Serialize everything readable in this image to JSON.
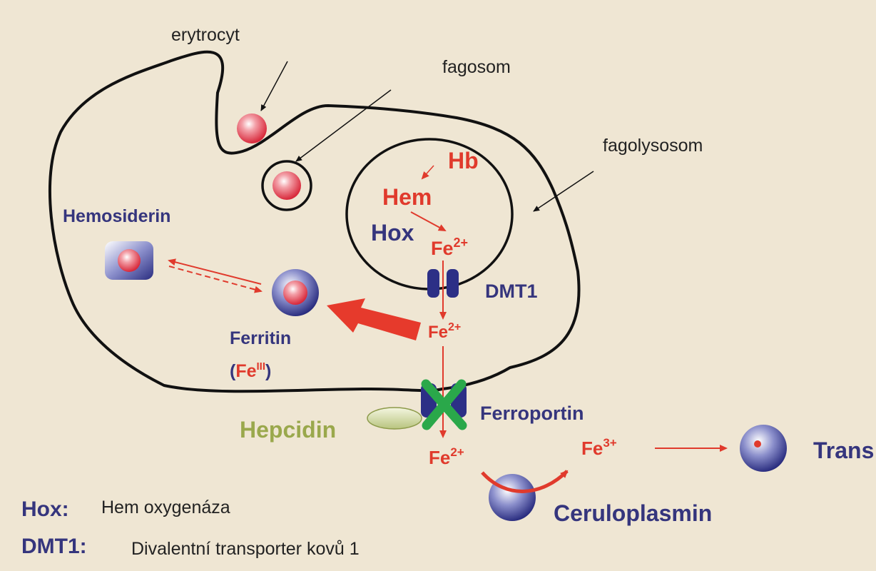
{
  "labels": {
    "erytrocyt": "erytrocyt",
    "fagosom": "fagosom",
    "fagolysosom": "fagolysosom",
    "hb": "Hb",
    "hem": "Hem",
    "hox": "Hox",
    "fe2_inner": "Fe",
    "fe2_inner_sup": "2+",
    "dmt1": "DMT1",
    "fe2_mid": "Fe",
    "fe2_mid_sup": "2+",
    "hemosiderin": "Hemosiderin",
    "ferritin": "Ferritin",
    "ferritin_paren_open": "(",
    "ferritin_fe": "Fe",
    "ferritin_fe_sup": "III",
    "ferritin_paren_close": ")",
    "ferroportin": "Ferroportin",
    "hepcidin": "Hepcidin",
    "fe2_out": "Fe",
    "fe2_out_sup": "2+",
    "fe3": "Fe",
    "fe3_sup": "3+",
    "transferrin_partial": "Trans",
    "ceruloplasmin": "Ceruloplasmin"
  },
  "legend": [
    {
      "key": "Hox:",
      "value": "Hem oxygenáza"
    },
    {
      "key": "DMT1:",
      "value": "Divalentní transporter kovů 1"
    }
  ],
  "colors": {
    "background": "#efe6d3",
    "red": "#e03a2c",
    "navy": "#35357d",
    "green_x": "#2aa84a",
    "hepcidin": "#9aa84c"
  }
}
